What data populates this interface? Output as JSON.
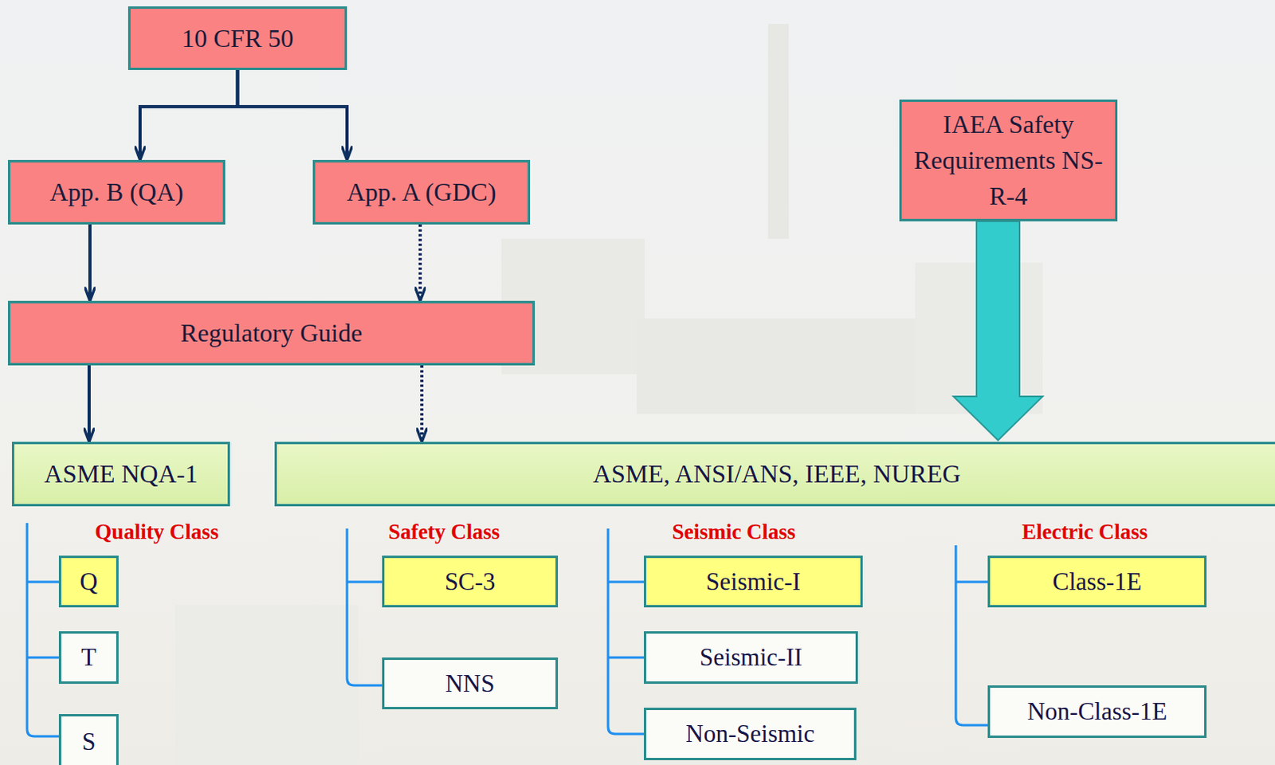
{
  "diagram": {
    "nodes": [
      {
        "text": [
          "10 CFR 50"
        ]
      },
      {
        "text": [
          "App. B (QA)"
        ]
      },
      {
        "text": [
          "App. A (GDC)"
        ]
      },
      {
        "text": [
          "IAEA Safety Requirements NS-R-4"
        ]
      },
      {
        "text": [
          "Regulatory Guide"
        ]
      },
      {
        "text": [
          "ASME NQA-1"
        ]
      },
      {
        "text": [
          "ASME, ANSI/ANS, IEEE, NUREG"
        ]
      },
      {
        "text": [
          "Q"
        ]
      },
      {
        "text": [
          "T"
        ]
      },
      {
        "text": [
          "S"
        ]
      },
      {
        "text": [
          "SC-3"
        ]
      },
      {
        "text": [
          "NNS"
        ]
      },
      {
        "text": [
          "Seismic-I"
        ]
      },
      {
        "text": [
          "Seismic-II"
        ]
      },
      {
        "text": [
          "Non-Seismic"
        ]
      },
      {
        "text": [
          "Class-1E"
        ]
      },
      {
        "text": [
          "Non-Class-1E"
        ]
      }
    ],
    "edges": [
      {
        "from": 0,
        "to": 1,
        "arrow": "to"
      },
      {
        "from": 0,
        "to": 2,
        "arrow": "to"
      },
      {
        "from": 1,
        "to": 4,
        "arrow": "to"
      },
      {
        "from": 2,
        "to": 4,
        "arrow": "to"
      },
      {
        "from": 4,
        "to": 5,
        "arrow": "to"
      },
      {
        "from": 4,
        "to": 6,
        "arrow": "to"
      },
      {
        "from": 3,
        "to": 6,
        "arrow": "to"
      }
    ],
    "labels": [
      "Quality Class",
      "Safety Class",
      "Seismic Class",
      "Electric Class"
    ]
  }
}
